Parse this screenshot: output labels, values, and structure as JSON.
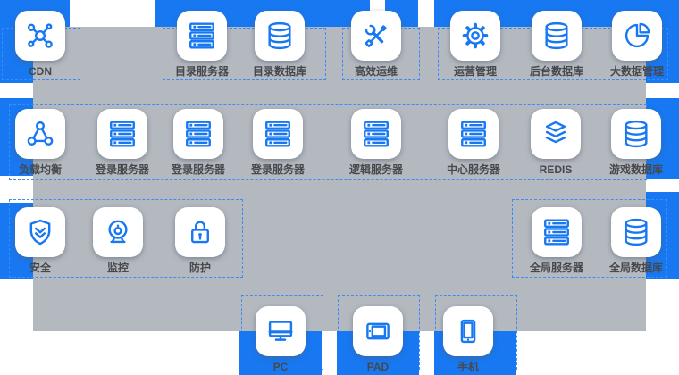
{
  "colors": {
    "accent_blue": "#1778f2",
    "panel_gray": "#b4b9c0",
    "dashed_border": "#3b8cf8",
    "label_text": "#47484c",
    "node_background": "#ffffff"
  },
  "nodes": {
    "cdn": {
      "label": "CDN",
      "icon": "cdn-network-icon"
    },
    "dir_server": {
      "label": "目录服务器",
      "icon": "server-rack-icon"
    },
    "dir_db": {
      "label": "目录数据库",
      "icon": "database-icon"
    },
    "ops_maint": {
      "label": "高效运维",
      "icon": "wrench-screwdriver-icon"
    },
    "ops_mgmt": {
      "label": "运营管理",
      "icon": "gear-icon"
    },
    "backend_db": {
      "label": "后台数据库",
      "icon": "database-icon"
    },
    "bigdata_mgmt": {
      "label": "大数据管理",
      "icon": "pie-chart-icon"
    },
    "load_balance": {
      "label": "负载均衡",
      "icon": "triangle-network-icon"
    },
    "login_server_1": {
      "label": "登录服务器",
      "icon": "server-rack-icon"
    },
    "login_server_2": {
      "label": "登录服务器",
      "icon": "server-rack-icon"
    },
    "login_server_3": {
      "label": "登录服务器",
      "icon": "server-rack-icon"
    },
    "logic_server": {
      "label": "逻辑服务器",
      "icon": "server-rack-icon"
    },
    "center_server": {
      "label": "中心服务器",
      "icon": "server-rack-icon"
    },
    "redis": {
      "label": "REDIS",
      "icon": "stacked-layers-icon"
    },
    "game_db": {
      "label": "游戏数据库",
      "icon": "database-icon"
    },
    "security": {
      "label": "安全",
      "icon": "shield-icon"
    },
    "monitor": {
      "label": "监控",
      "icon": "webcam-icon"
    },
    "protection": {
      "label": "防护",
      "icon": "padlock-icon"
    },
    "global_server": {
      "label": "全局服务器",
      "icon": "server-rack-icon"
    },
    "global_db": {
      "label": "全局数据库",
      "icon": "database-icon"
    },
    "pc": {
      "label": "PC",
      "icon": "desktop-monitor-icon"
    },
    "pad": {
      "label": "PAD",
      "icon": "tablet-icon"
    },
    "mobile": {
      "label": "手机",
      "icon": "mobile-phone-icon"
    }
  }
}
